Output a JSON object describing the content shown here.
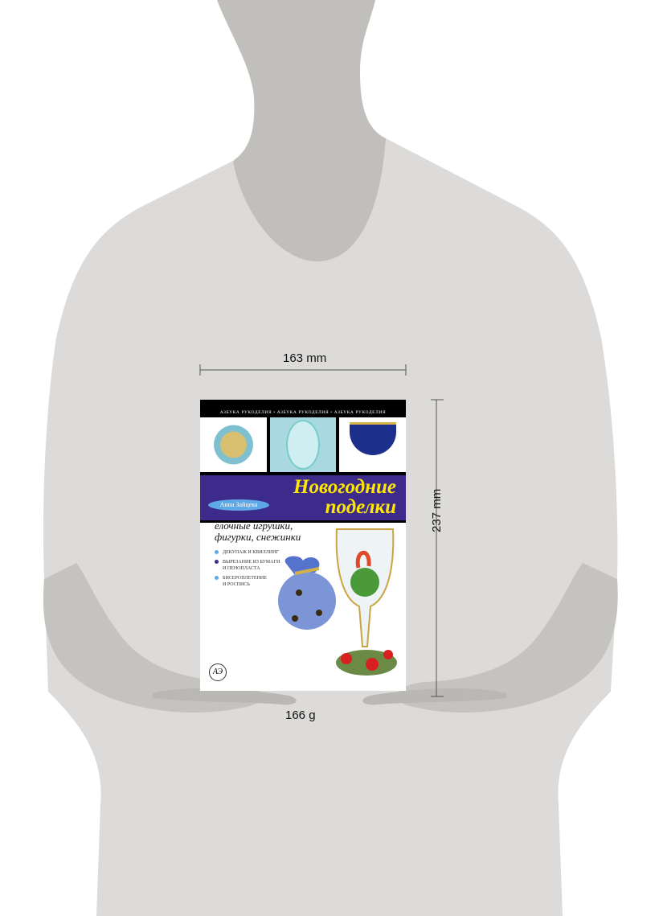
{
  "dimensions": {
    "width_label": "163 mm",
    "height_label": "237 mm",
    "weight_label": "166 g"
  },
  "colors": {
    "silhouette": "#dcdbd9",
    "skin": "#c0bfbb",
    "band": "#3d2b8c",
    "title": "#ffe800"
  },
  "book": {
    "series": "АЗБУКА РУКОДЕЛИЯ • АЗБУКА РУКОДЕЛИЯ • АЗБУКА РУКОДЕЛИЯ",
    "title_line1": "Новогодние",
    "title_line2": "поделки",
    "author": "Анна Зайцева",
    "subtitle_line1": "елочные игрушки,",
    "subtitle_line2": "фигурки, снежинки",
    "topics": [
      {
        "line1": "ДЕКУПАЖ И КВИЛЛИНГ",
        "line2": "",
        "color": "#5ea8e6"
      },
      {
        "line1": "ВЫРЕЗАНИЕ ИЗ БУМАГИ",
        "line2": "И ПЕНОПЛАСТА",
        "color": "#3d2b8c"
      },
      {
        "line1": "БИСЕРОПЛЕТЕНИЕ",
        "line2": "И РОСПИСЬ",
        "color": "#5ea8e6"
      }
    ],
    "publisher_logo": "АЭ"
  }
}
